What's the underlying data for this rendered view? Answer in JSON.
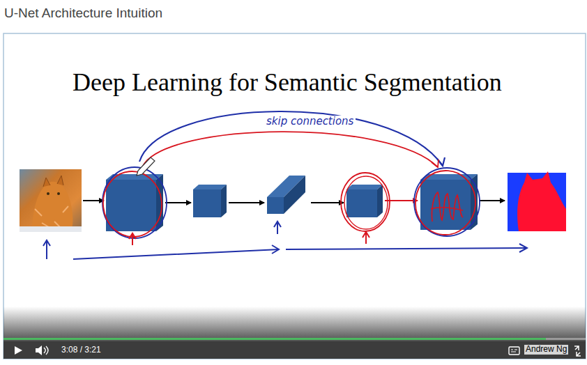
{
  "diagram": {
    "title": "Deep Learning for Semantic Segmentation",
    "labels": [
      "U-Net Architecture Intuition",
      "skip connections",
      "3:08 / 3:21",
      "Andrew Ng"
    ]
  }
}
